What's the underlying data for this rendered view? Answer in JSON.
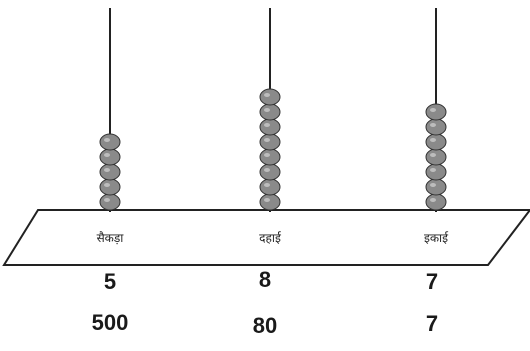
{
  "abacus": {
    "rods": [
      {
        "place_label": "सैकड़ा",
        "beads": 5,
        "digit": "5",
        "value": "500"
      },
      {
        "place_label": "दहाई",
        "beads": 8,
        "digit": "8",
        "value": "80"
      },
      {
        "place_label": "इकाई",
        "beads": 7,
        "digit": "7",
        "value": "7"
      }
    ],
    "bead_color": "#8a8a8a",
    "line_color": "#222222"
  }
}
